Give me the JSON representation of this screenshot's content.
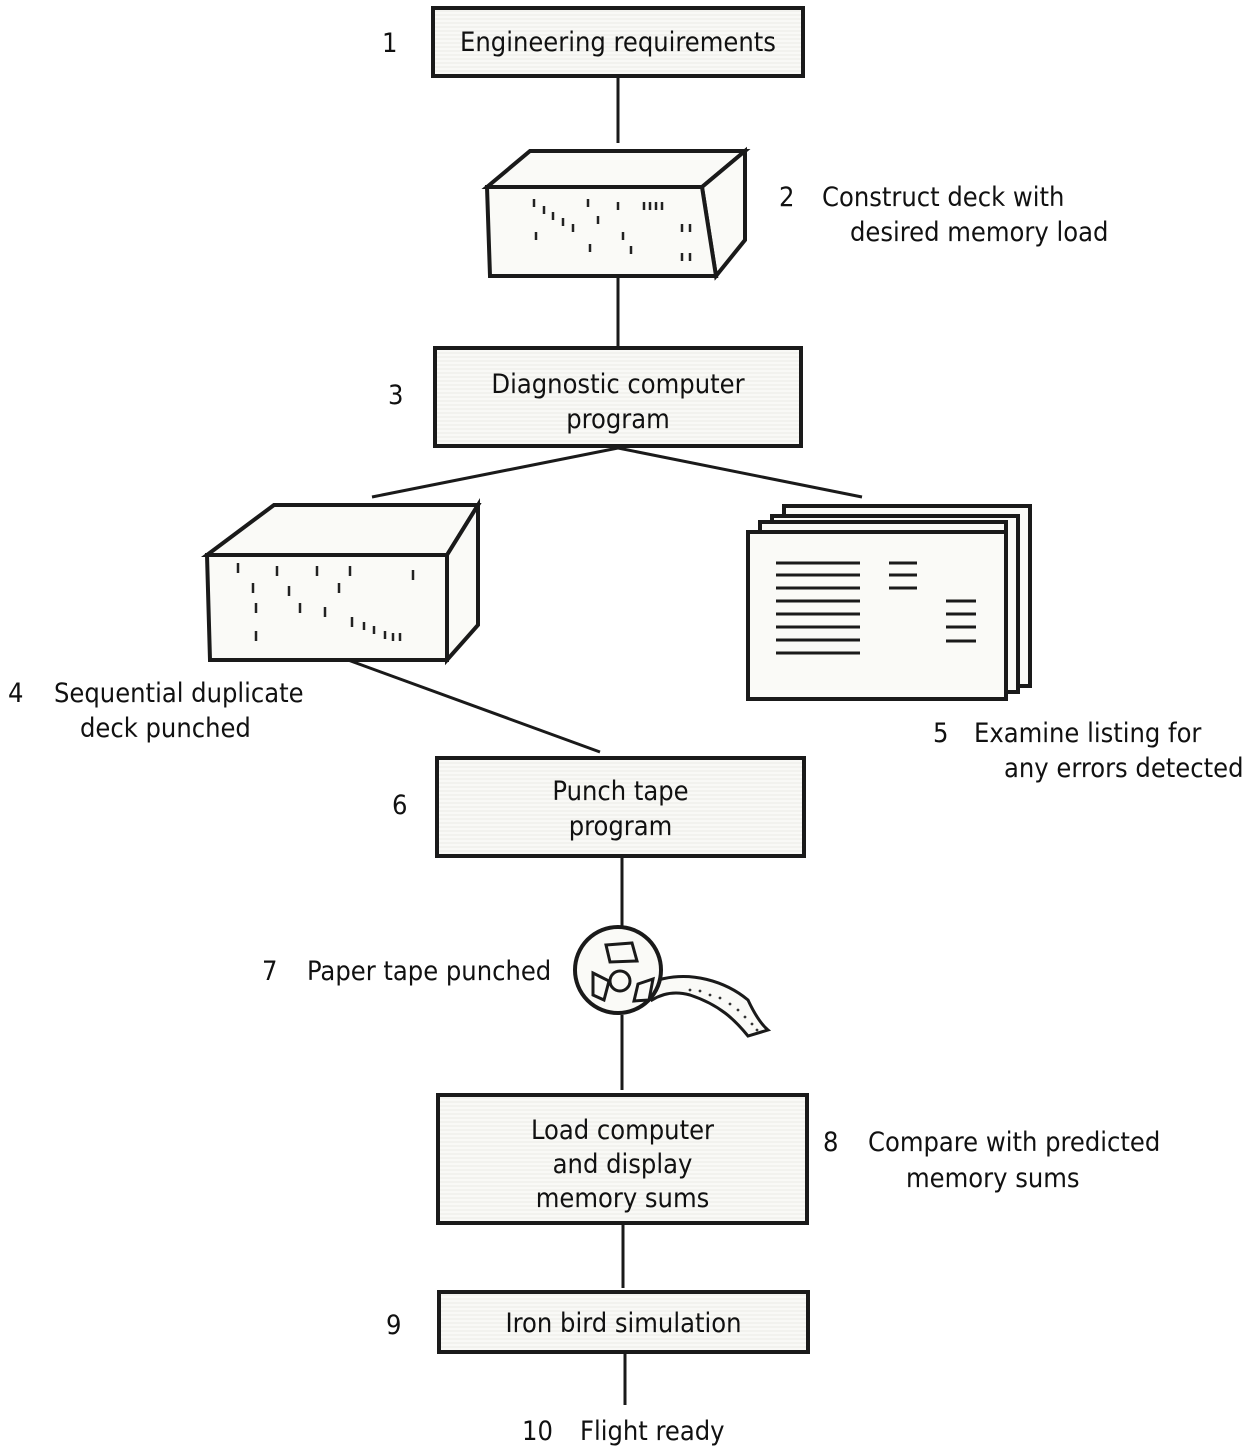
{
  "steps": {
    "s1": {
      "num": "1",
      "label": "Engineering requirements"
    },
    "s2": {
      "num": "2",
      "line1": "Construct deck with",
      "line2": "desired memory load"
    },
    "s3": {
      "num": "3",
      "line1": "Diagnostic computer",
      "line2": "program"
    },
    "s4": {
      "num": "4",
      "line1": "Sequential duplicate",
      "line2": "deck punched"
    },
    "s5": {
      "num": "5",
      "line1": "Examine listing for",
      "line2": "any errors detected"
    },
    "s6": {
      "num": "6",
      "line1": "Punch tape",
      "line2": "program"
    },
    "s7": {
      "num": "7",
      "label": "Paper tape punched"
    },
    "s8": {
      "num": "8",
      "box1": "Load computer",
      "box2": "and display",
      "box3": "memory sums",
      "line1": "Compare with predicted",
      "line2": "memory sums"
    },
    "s9": {
      "num": "9",
      "label": "Iron bird simulation"
    },
    "s10": {
      "num": "10",
      "label": "Flight ready"
    }
  },
  "colors": {
    "stroke": "#1a1a1a",
    "background": "#ffffff"
  }
}
